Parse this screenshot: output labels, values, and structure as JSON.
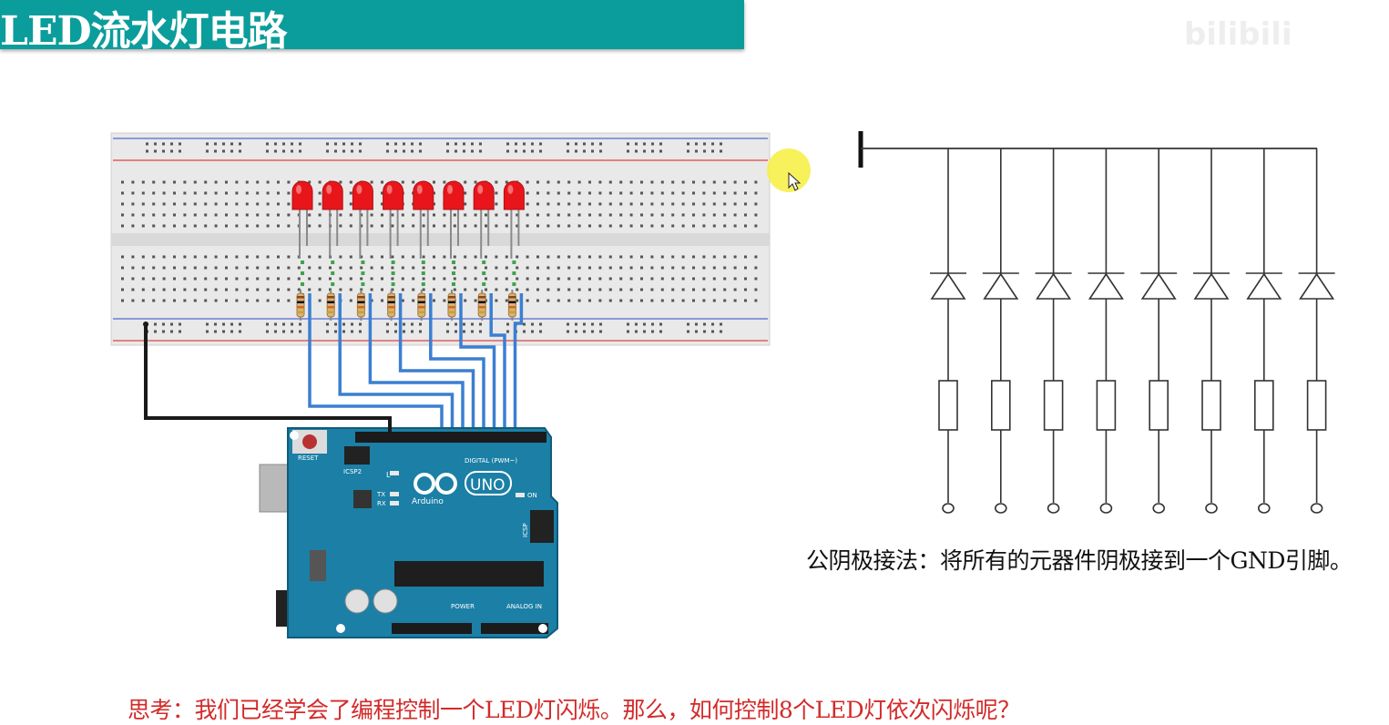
{
  "header": {
    "title": "LED流水灯电路",
    "watermark": "bilibili"
  },
  "breadboard": {
    "led_count": 8,
    "led_color": "#e8161b"
  },
  "arduino": {
    "logo_text": "UNO",
    "brand_text": "Arduino",
    "reset_label": "RESET",
    "icsp2_label": "ICSP2",
    "icsp_label": "ICSP",
    "digital_label": "DIGITAL (PWM~)",
    "power_label": "POWER",
    "analog_label": "ANALOG IN",
    "on_label": "ON",
    "l_label": "L",
    "tx_label": "TX",
    "rx_label": "RX",
    "board_color": "#1b7fa6"
  },
  "schematic": {
    "branch_count": 8
  },
  "texts": {
    "caption": "公阴极接法：将所有的元器件阴极接到一个GND引脚。",
    "question": "思考：我们已经学会了编程控制一个LED灯闪烁。那么，如何控制8个LED灯依次闪烁呢？"
  },
  "colors": {
    "title_bg": "#0b9d9b",
    "question_text": "#d32a2a",
    "wire_blue": "#3b7fd1",
    "wire_black": "#1a1a1a"
  }
}
